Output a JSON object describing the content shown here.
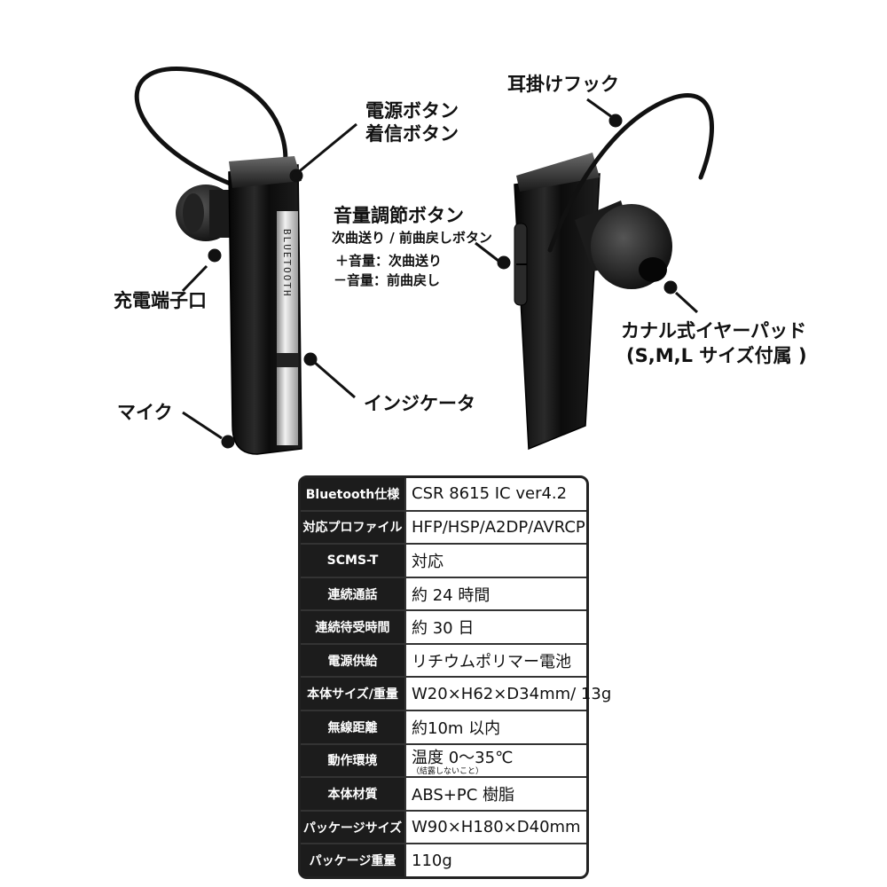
{
  "callouts": {
    "power_button": [
      "電源ボタン",
      "着信ボタン"
    ],
    "volume_button": "音量調節ボタン",
    "volume_sub": "次曲送り / 前曲戻しボタン",
    "volume_plus": "＋音量：次曲送り",
    "volume_minus": "－音量：前曲戻し",
    "charging_port": "充電端子口",
    "microphone": "マイク",
    "indicator": "インジケータ",
    "ear_hook": "耳掛けフック",
    "ear_pad": "カナル式イヤーパッド",
    "ear_pad_sizes": "(S,M,L サイズ付属 )"
  },
  "device": {
    "brand_text": "BLUETOOTH"
  },
  "spec_table": {
    "rows": [
      {
        "label": "Bluetooth仕様",
        "value": "CSR 8615 IC ver4.2"
      },
      {
        "label": "対応プロファイル",
        "value": "HFP/HSP/A2DP/AVRCP"
      },
      {
        "label": "SCMS-T",
        "value": "対応"
      },
      {
        "label": "連続通話",
        "value": "約 24 時間"
      },
      {
        "label": "連続待受時間",
        "value": "約 30 日"
      },
      {
        "label": "電源供給",
        "value": "リチウムポリマー電池"
      },
      {
        "label": "本体サイズ/重量",
        "value": "W20×H62×D34mm/ 13g"
      },
      {
        "label": "無線距離",
        "value": "約10m 以内"
      },
      {
        "label": "動作環境",
        "value": "温度 0～35℃",
        "note": "（結露しないこと）"
      },
      {
        "label": "本体材質",
        "value": "ABS+PC 樹脂"
      },
      {
        "label": "パッケージサイズ",
        "value": "W90×H180×D40mm"
      },
      {
        "label": "パッケージ重量",
        "value": "110g"
      }
    ]
  },
  "colors": {
    "device_body": "#151515",
    "chrome": "#c8c8c8",
    "label_bg": "#1c1c1c",
    "border": "#222222"
  }
}
